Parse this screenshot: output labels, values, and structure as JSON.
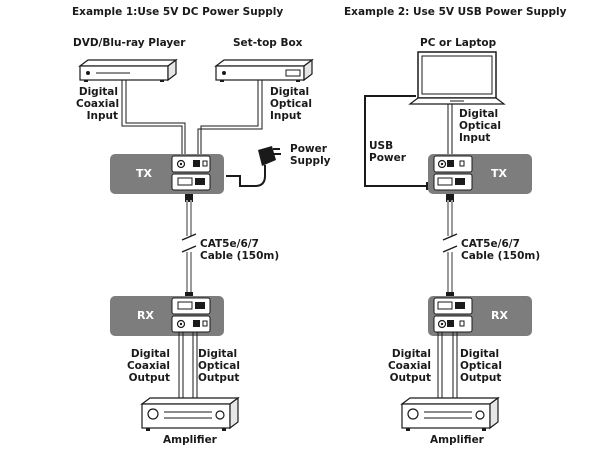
{
  "example1": {
    "title": "Example 1:Use 5V DC Power Supply",
    "source_left": "DVD/Blu-ray Player",
    "source_right": "Set-top Box",
    "input_left": [
      "Digital",
      "Coaxial",
      "Input"
    ],
    "input_right": [
      "Digital",
      "Optical",
      "Input"
    ],
    "power": [
      "Power",
      "Supply"
    ],
    "tx": "TX",
    "cable": [
      "CAT5e/6/7",
      "Cable (150m)"
    ],
    "rx": "RX",
    "output_left": [
      "Digital",
      "Coaxial",
      "Output"
    ],
    "output_right": [
      "Digital",
      "Optical",
      "Output"
    ],
    "sink": "Amplifier"
  },
  "example2": {
    "title": "Example 2: Use 5V USB Power Supply",
    "source": "PC or Laptop",
    "input": [
      "Digital",
      "Optical",
      "Input"
    ],
    "usb_power": [
      "USB",
      "Power"
    ],
    "tx": "TX",
    "cable": [
      "CAT5e/6/7",
      "Cable (150m)"
    ],
    "rx": "RX",
    "output_left": [
      "Digital",
      "Coaxial",
      "Output"
    ],
    "output_right": [
      "Digital",
      "Optical",
      "Output"
    ],
    "sink": "Amplifier"
  },
  "colors": {
    "box": "#7d7d7d",
    "line": "#1a1a1a",
    "cable": "#9a9a9a"
  },
  "icons": [
    "dvd-player-icon",
    "set-top-box-icon",
    "power-adapter-icon",
    "laptop-icon",
    "amplifier-icon"
  ]
}
